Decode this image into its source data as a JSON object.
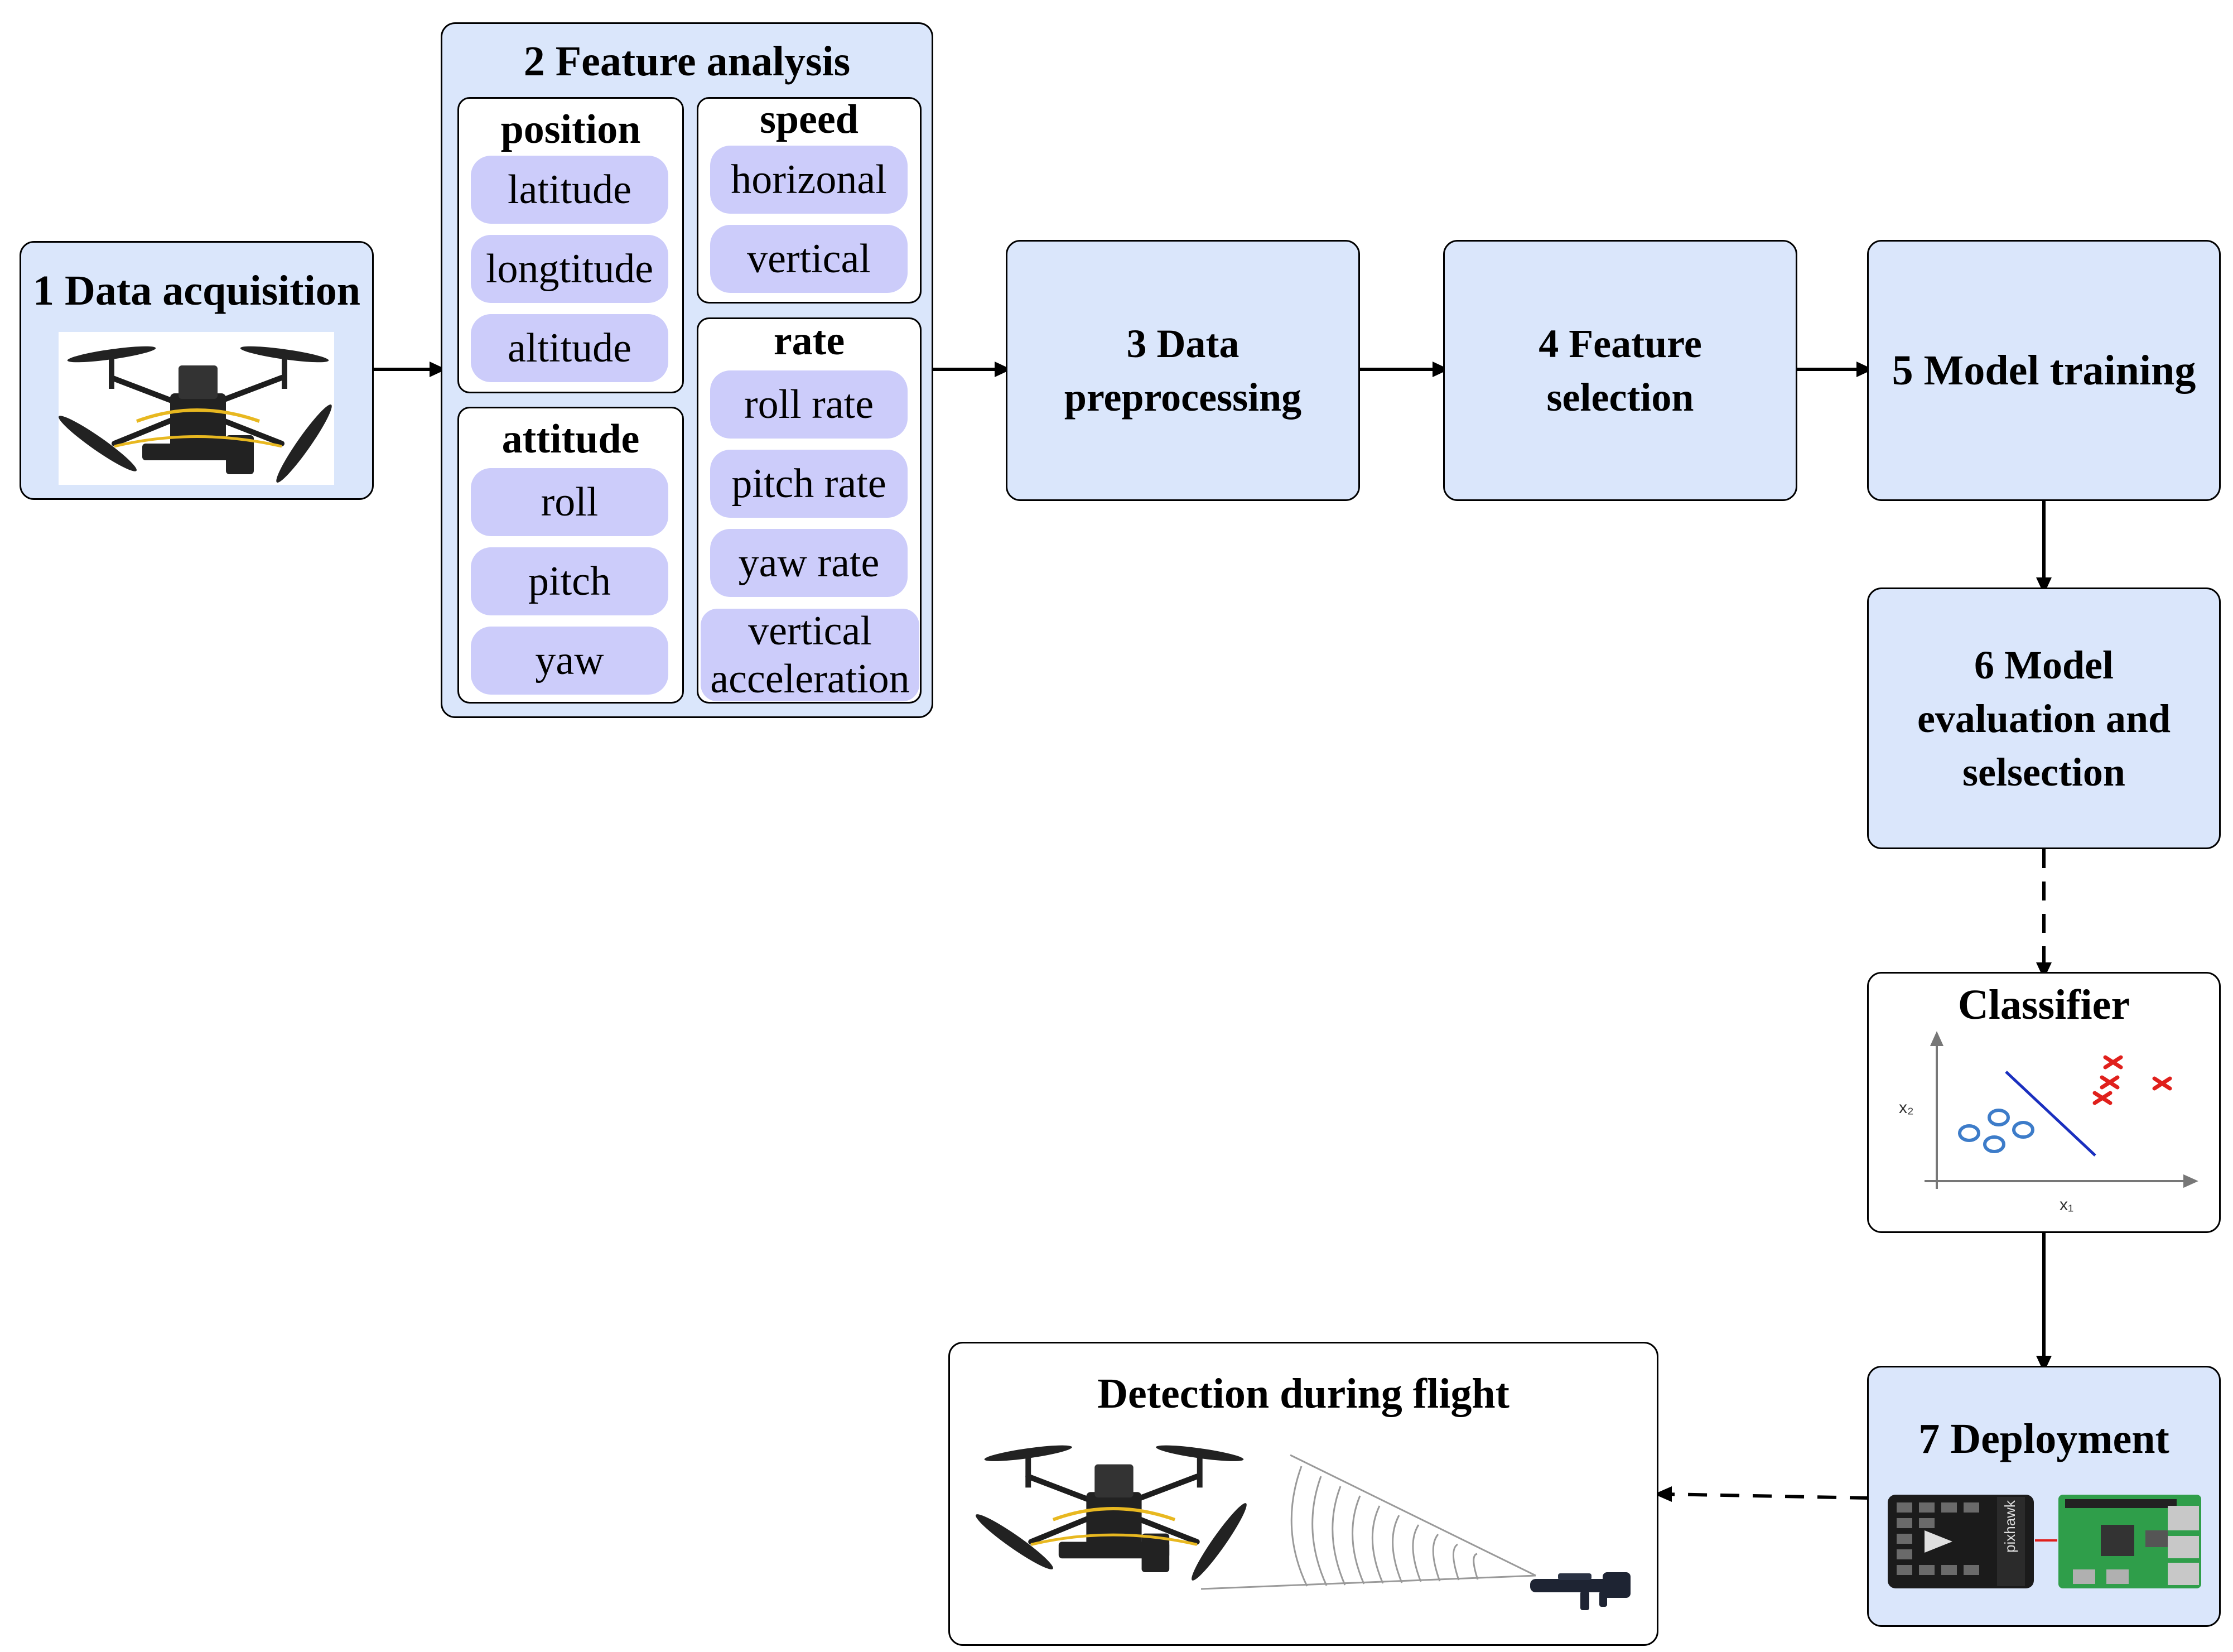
{
  "nodes": {
    "data_acquisition": "1 Data acquisition",
    "feature_analysis": "2 Feature analysis",
    "data_preprocessing_l1": "3 Data",
    "data_preprocessing_l2": "preprocessing",
    "feature_selection_l1": "4 Feature",
    "feature_selection_l2": "selection",
    "model_training": "5 Model training",
    "model_eval_l1": "6 Model",
    "model_eval_l2": "evaluation and",
    "model_eval_l3": "selsection",
    "classifier": "Classifier",
    "deployment": "7 Deployment",
    "detection": "Detection during flight"
  },
  "groups": {
    "position": {
      "title": "position",
      "items": [
        "latitude",
        "longtitude",
        "altitude"
      ]
    },
    "attitude": {
      "title": "attitude",
      "items": [
        "roll",
        "pitch",
        "yaw"
      ]
    },
    "speed": {
      "title": "speed",
      "items": [
        "horizonal",
        "vertical"
      ]
    },
    "rate": {
      "title": "rate",
      "items": [
        "roll rate",
        "pitch rate",
        "yaw rate"
      ],
      "last_l1": "vertical",
      "last_l2": "acceleration"
    }
  },
  "classifier_plot": {
    "x_label": "x₁",
    "y_label": "x₂"
  },
  "colors": {
    "box_fill": "#dae6fb",
    "pill_fill": "#ccccfa",
    "circle": "#3d7cc9",
    "cross": "#e0201c",
    "line": "#1a2fbf"
  },
  "icons": {
    "drone": "drone-icon",
    "autopilot": "pixhawk-board-icon",
    "computer": "raspberry-pi-board-icon",
    "jammer": "jammer-gun-icon"
  }
}
